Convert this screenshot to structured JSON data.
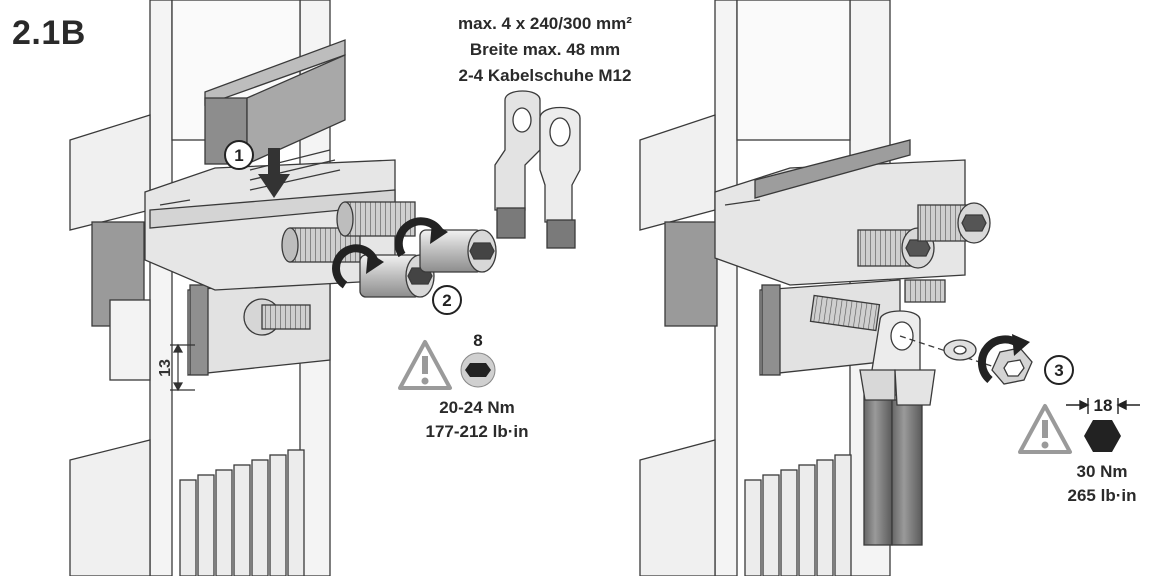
{
  "figure": {
    "section": "2.1B",
    "cable_spec": [
      "max. 4 x 240/300 mm²",
      "Breite max. 48 mm",
      "2-4 Kabelschuhe M12"
    ],
    "dimension_left": "13",
    "steps": [
      "1",
      "2",
      "3"
    ],
    "tool_left": {
      "size": "8",
      "torque_nm": "20-24 Nm",
      "torque_lbin": "177-212 lb·in"
    },
    "tool_right": {
      "size": "18",
      "torque_nm": "30 Nm",
      "torque_lbin": "265 lb·in"
    }
  },
  "colors": {
    "line": "#3a3a3a",
    "metal_light": "#e4e4e4",
    "metal_mid": "#c8c8c8",
    "metal_dark": "#8a8a8a",
    "warning": "#9a9a9a"
  }
}
